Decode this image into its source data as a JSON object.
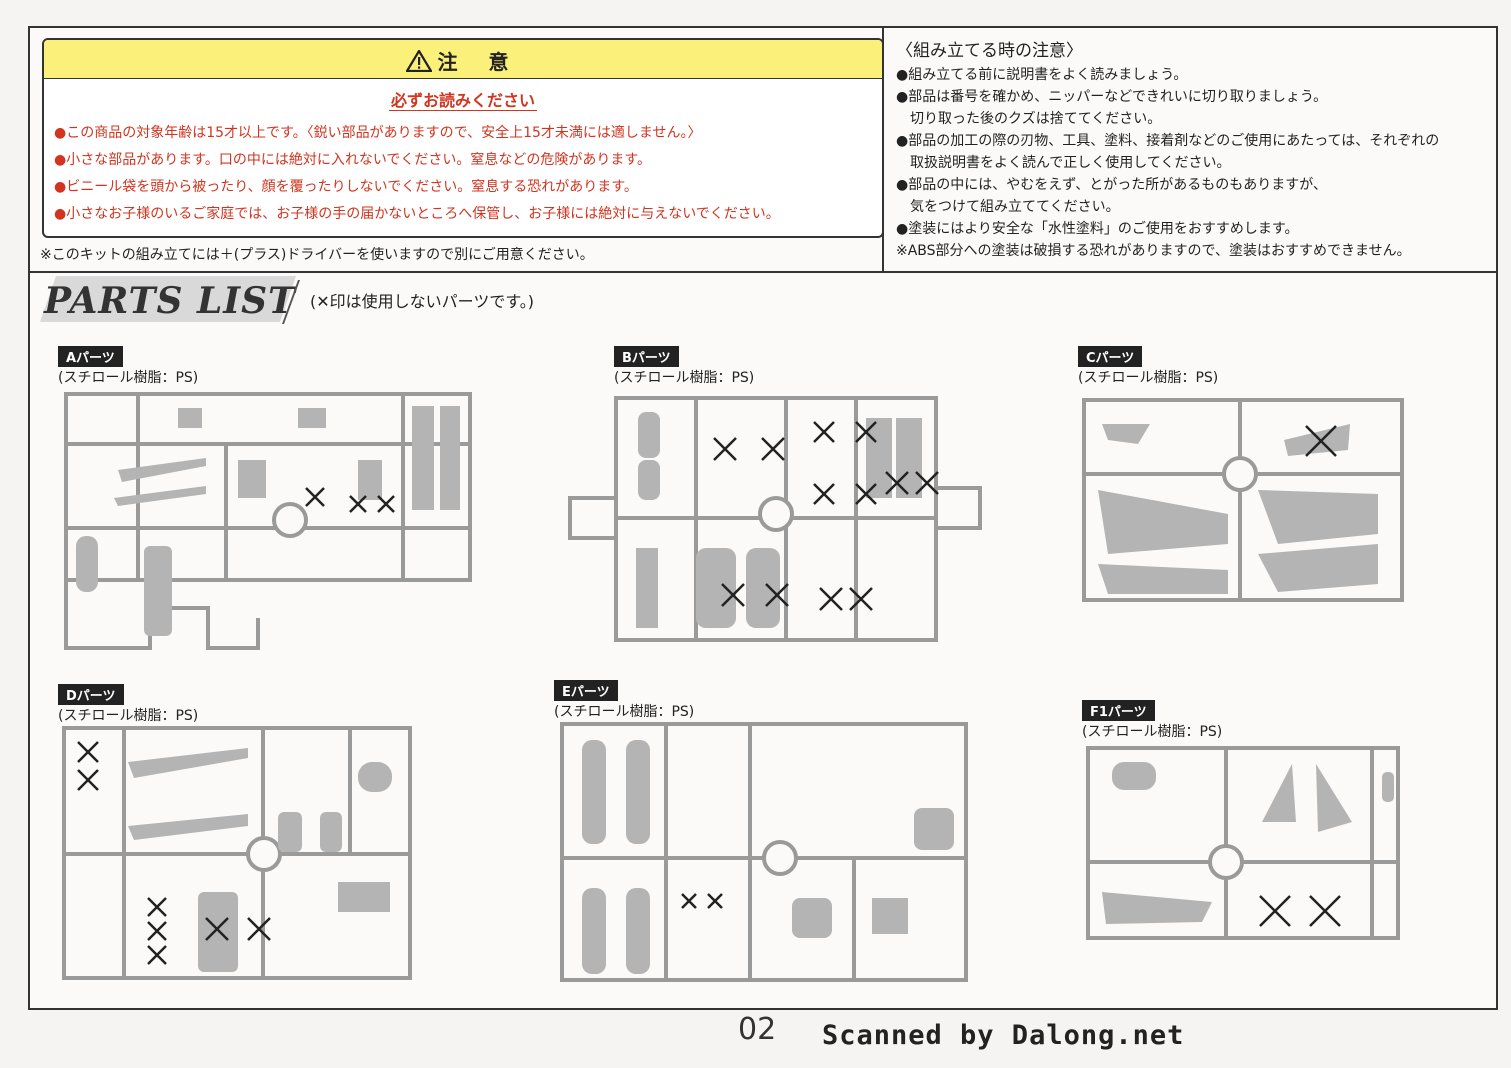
{
  "caution": {
    "title": "注 意",
    "subtitle": "必ずお読みください",
    "items": [
      "●この商品の対象年齢は15才以上です。〈鋭い部品がありますので、安全上15才未満には適しません。〉",
      "●小さな部品があります。口の中には絶対に入れないでください。窒息などの危険があります。",
      "●ビニール袋を頭から被ったり、顔を覆ったりしないでください。窒息する恐れがあります。",
      "●小さなお子様のいるご家庭では、お子様の手の届かないところへ保管し、お子様には絶対に与えないでください。"
    ],
    "note": "※このキットの組み立てには＋(プラス)ドライバーを使いますので別にご用意ください。"
  },
  "assembly": {
    "title": "〈組み立てる時の注意〉",
    "items": [
      "●組み立てる前に説明書をよく読みましょう。",
      "●部品は番号を確かめ、ニッパーなどできれいに切り取りましょう。",
      "　切り取った後のクズは捨ててください。",
      "●部品の加工の際の刃物、工具、塗料、接着剤などのご使用にあたっては、それぞれの",
      "　取扱説明書をよく読んで正しく使用してください。",
      "●部品の中には、やむをえず、とがった所があるものもありますが、",
      "　気をつけて組み立ててください。",
      "●塗装にはより安全な「水性塗料」のご使用をおすすめします。",
      "※ABS部分への塗装は破損する恐れがありますので、塗装はおすすめできません。"
    ]
  },
  "parts_list": {
    "title": "PARTS LIST",
    "note": "(✕印は使用しないパーツです。)",
    "groups": [
      {
        "label": "Aパーツ",
        "material": "(スチロール樹脂：PS)"
      },
      {
        "label": "Bパーツ",
        "material": "(スチロール樹脂：PS)"
      },
      {
        "label": "Cパーツ",
        "material": "(スチロール樹脂：PS)"
      },
      {
        "label": "Dパーツ",
        "material": "(スチロール樹脂：PS)"
      },
      {
        "label": "Eパーツ",
        "material": "(スチロール樹脂：PS)"
      },
      {
        "label": "F1パーツ",
        "material": "(スチロール樹脂：PS)"
      }
    ]
  },
  "footer": {
    "page_number": "02",
    "credit": "Scanned by Dalong.net"
  },
  "colors": {
    "caution_header": "#fbf07a",
    "warning_text": "#d2341f",
    "sprue_gray": "#9a9a9a"
  }
}
